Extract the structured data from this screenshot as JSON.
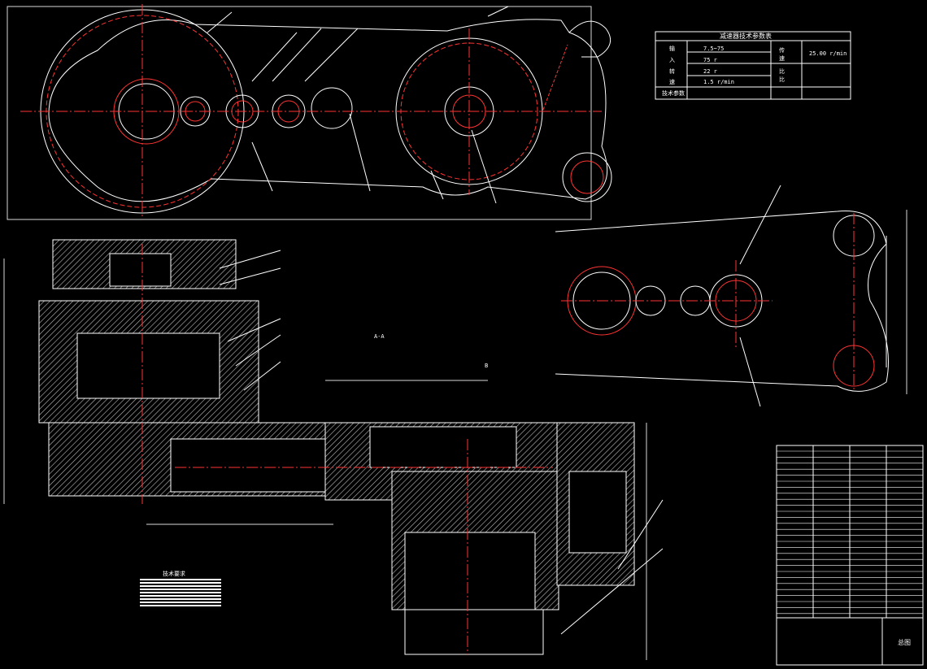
{
  "colors": {
    "background": "#000000",
    "outline": "#ffffff",
    "centerline": "#ff0000",
    "hatch": "#cfcfcf"
  },
  "param_table": {
    "title": "减速器技术参数表",
    "rows": [
      {
        "label": "输",
        "value": "7.5~75"
      },
      {
        "label": "入",
        "value": "75 r"
      },
      {
        "label": "转",
        "value": "22 r"
      },
      {
        "label": "速",
        "value": "1.5 r/min"
      }
    ],
    "right_labels": [
      "传",
      "速",
      "比",
      "比"
    ],
    "right_value": "25.00 r/min",
    "footer_label": "技术参数"
  },
  "title_block": {
    "label": "总图"
  },
  "notes_header": "技术要求",
  "top_view_title": "",
  "section_labels": [
    "A-A",
    "B"
  ]
}
